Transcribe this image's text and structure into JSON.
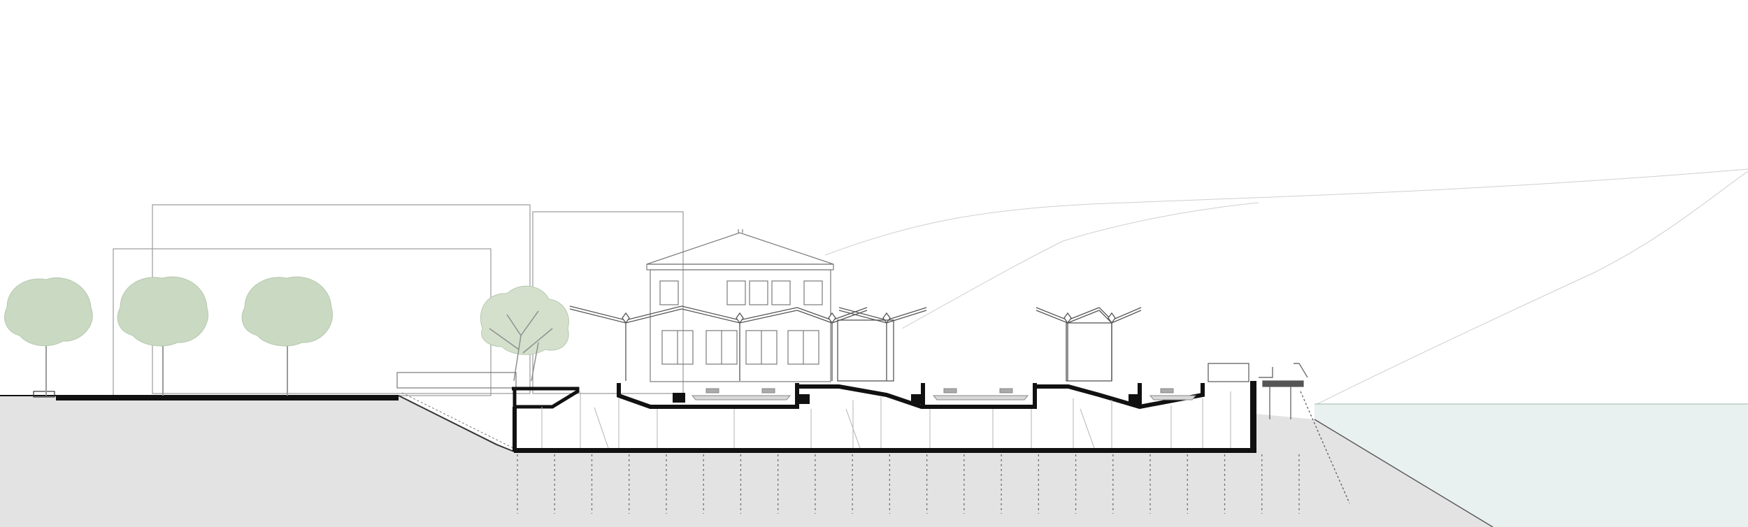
{
  "figure": {
    "kind": "architectural-section-drawing",
    "text_labels": []
  },
  "colors": {
    "background": "#ffffff",
    "ground_fill": "#e3e3e3",
    "water_fill": "#e8f1ef",
    "section_cut": "#111111",
    "elevation_line": "#8a8a8a",
    "faint_line": "#c4c4c4",
    "tree_foliage": "#c9d9c2",
    "pile_line": "#6f6f6f"
  },
  "elements": {
    "trees_street": 3,
    "trees_courtyard": 1,
    "roof_canopies": 5,
    "foundation_piles": 22
  }
}
